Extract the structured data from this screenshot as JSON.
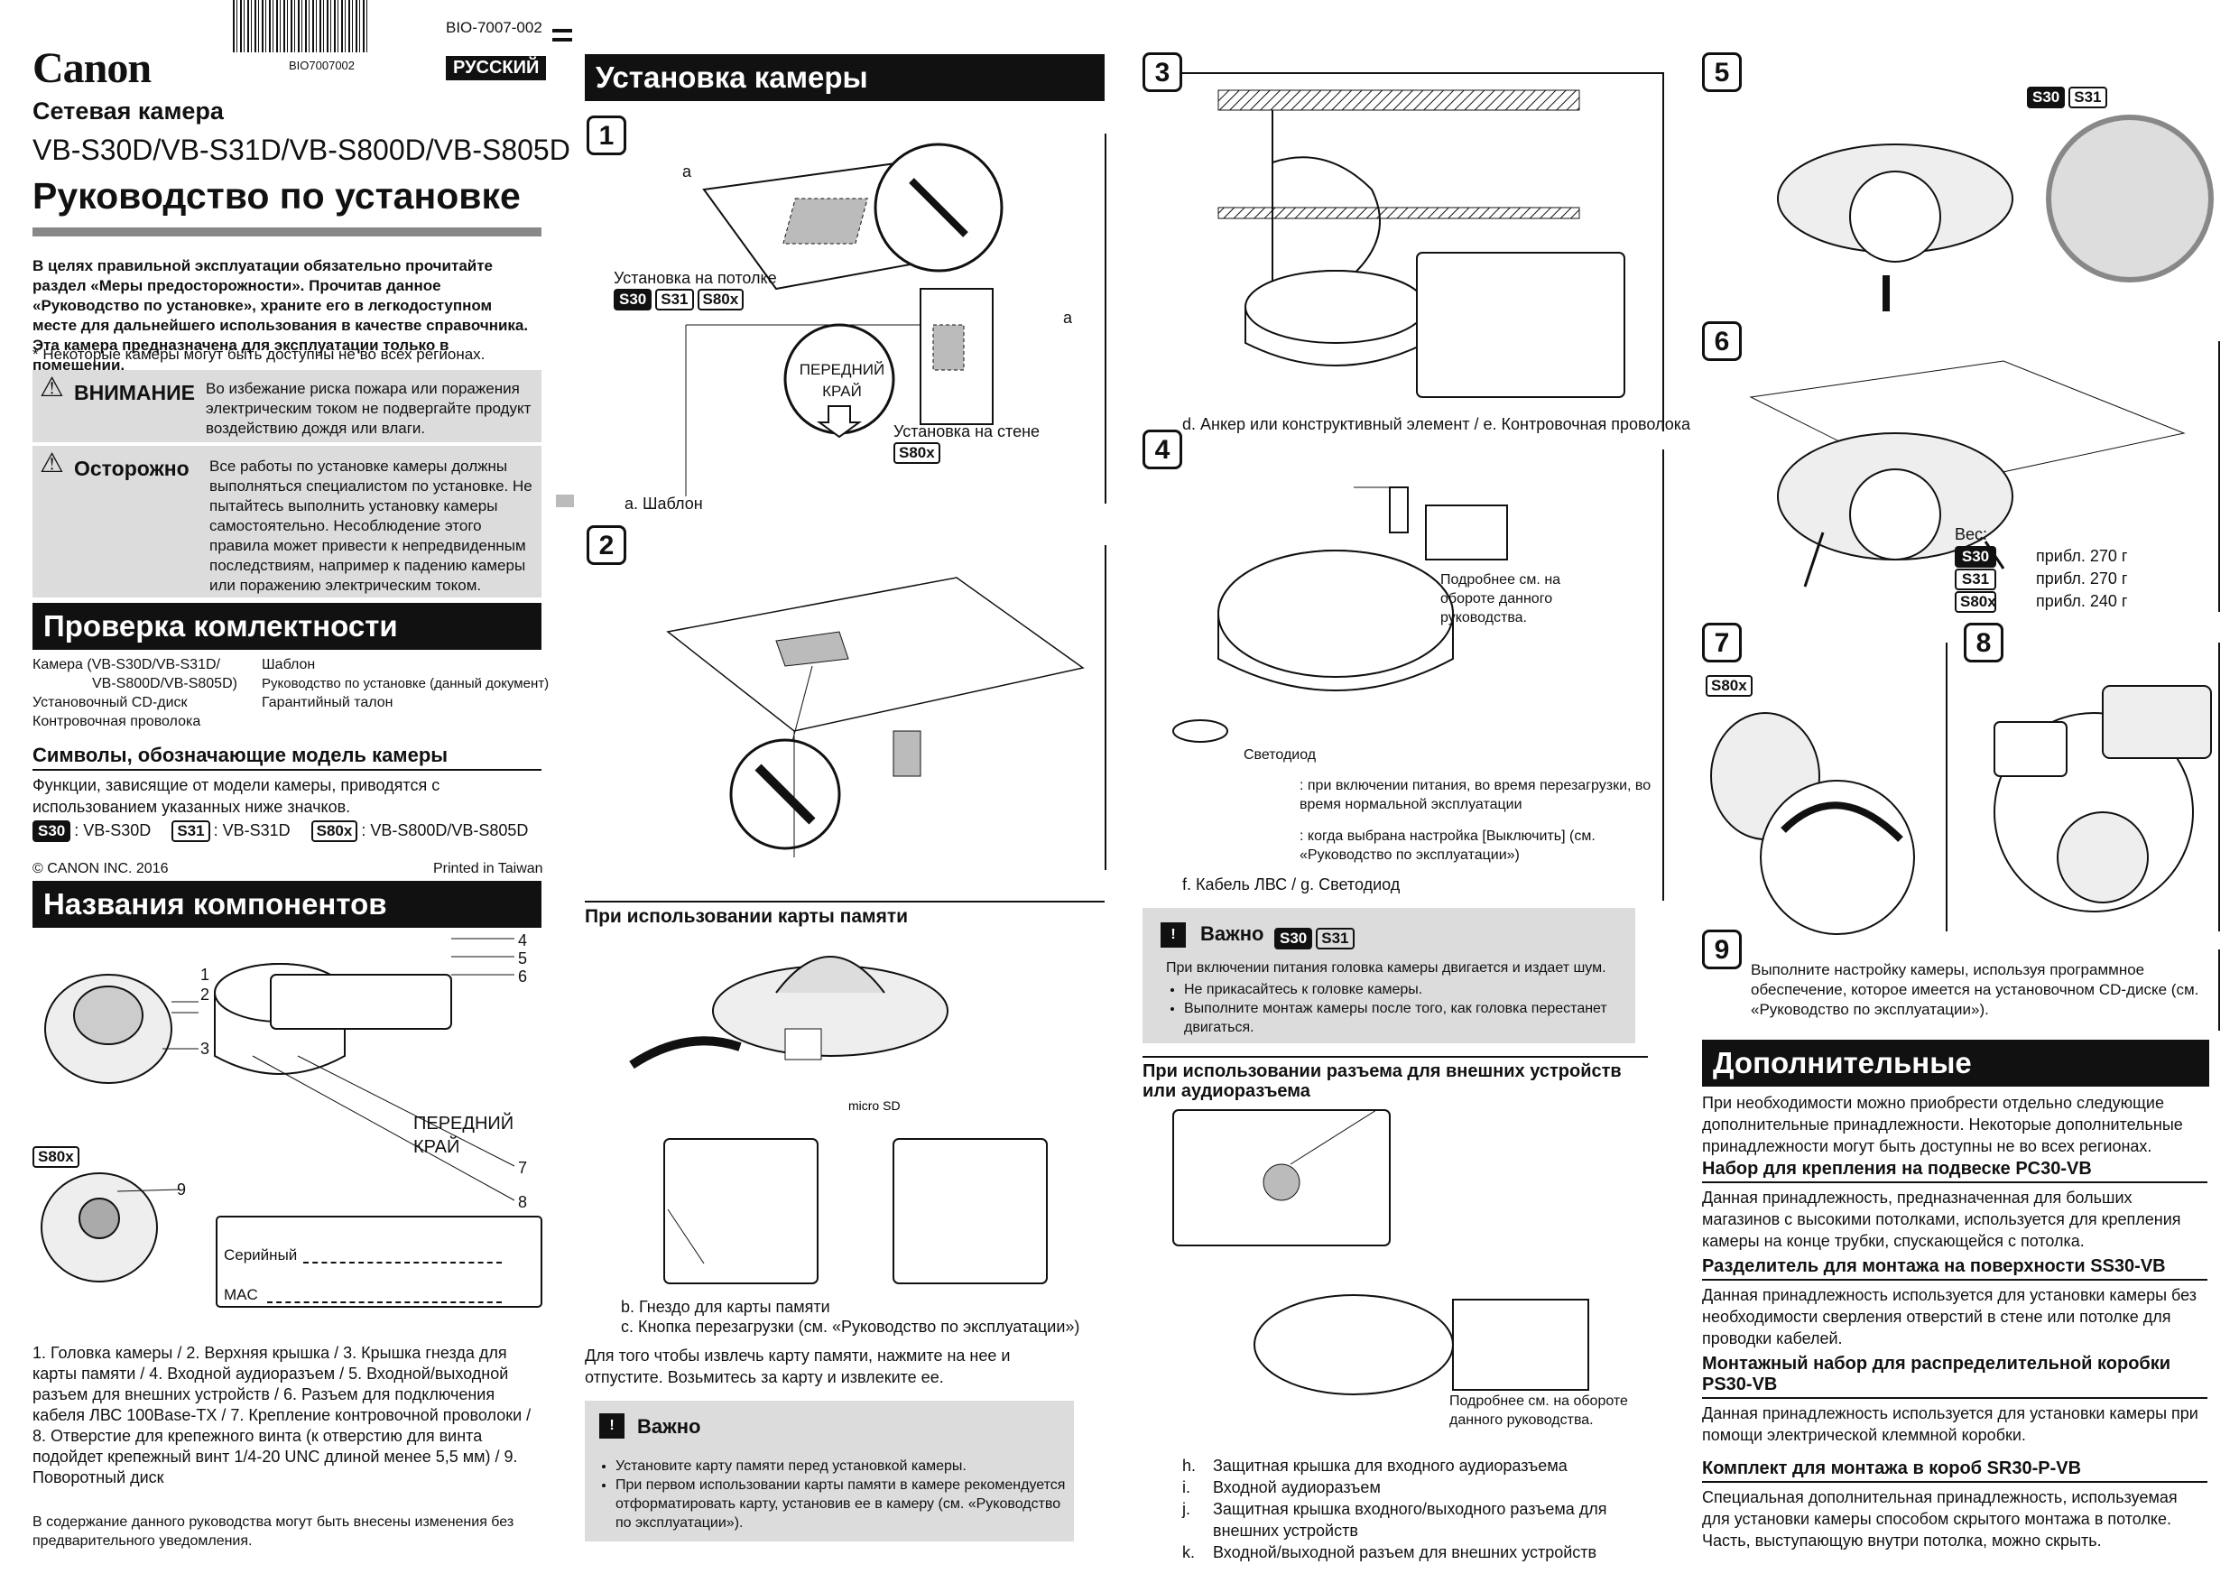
{
  "barcode": {
    "code": "BIO7007002",
    "docno": "BIO-7007-002"
  },
  "lang_badge": "РУССКИЙ",
  "brand": "Canon",
  "product_type": "Сетевая камера",
  "models": "VB-S30D/VB-S31D/VB-S800D/VB-S805D",
  "title": "Руководство по установке",
  "intro": "В целях правильной эксплуатации обязательно прочитайте раздел «Меры предосторожности». Прочитав данное «Руководство по установке», храните его в легкодоступном месте для дальнейшего использования в качестве справочника. Эта камера предназначена для эксплуатации только в помещении.",
  "intro_note": "* Некоторые камеры могут быть доступны не во всех регионах.",
  "warning": {
    "label": "ВНИМАНИЕ",
    "text": "Во избежание риска пожара или поражения электрическим током не подвергайте продукт воздействию дождя или влаги."
  },
  "caution": {
    "label": "Осторожно",
    "text": "Все работы по установке камеры должны выполняться специалистом по установке. Не пытайтесь выполнить установку камеры самостоятельно. Несоблюдение этого правила может привести к непредвиденным последствиям, например к падению камеры или поражению электрическим током."
  },
  "check": {
    "heading": "Проверка комлектности",
    "left": [
      "Камера (VB-S30D/VB-S31D/",
      "VB-S800D/VB-S805D)",
      "Установочный CD-диск",
      "Контровочная проволока"
    ],
    "right": [
      "Шаблон",
      "Руководство по установке (данный документ)",
      "Гарантийный талон"
    ]
  },
  "symbols": {
    "heading": "Символы, обозначающие модель камеры",
    "text": "Функции, зависящие от модели камеры, приводятся с использованием указанных ниже значков.",
    "items": [
      {
        "tag": "S30",
        "model": ": VB-S30D"
      },
      {
        "tag": "S31",
        "model": ": VB-S31D"
      },
      {
        "tag": "S80x",
        "model": ": VB-S800D/VB-S805D"
      }
    ]
  },
  "copyright": "© CANON INC. 2016",
  "printed": "Printed in Taiwan",
  "components": {
    "heading": "Названия компонентов",
    "front": "ПЕРЕДНИЙ КРАЙ",
    "serial": "Серийный",
    "mac": "MAC",
    "s80_tag": "S80x",
    "list": "1. Головка камеры / 2. Верхняя крышка / 3. Крышка гнезда для карты памяти / 4. Входной аудиоразъем / 5. Входной/выходной разъем для внешних устройств / 6. Разъем для подключения кабеля ЛВС 100Base-TX / 7. Крепление контровочной проволоки / 8. Отверстие для крепежного винта (к отверстию для винта подойдет крепежный винт 1/4-20 UNC длиной менее 5,5 мм) / 9. Поворотный диск",
    "notice": "В содержание данного руководства могут быть внесены изменения без предварительного уведомления.",
    "num": [
      "1",
      "2",
      "3",
      "4",
      "5",
      "6",
      "7",
      "8",
      "9"
    ]
  },
  "install": {
    "heading": "Установка камеры",
    "ceiling": "Установка на потолке",
    "wall": "Установка на стене",
    "front": "ПЕРЕДНИЙ КРАЙ",
    "template": "a. Шаблон",
    "lbl_a": "a"
  },
  "memory": {
    "heading": "При использовании карты памяти",
    "b": "b. Гнездо для карты памяти",
    "c": "c. Кнопка перезагрузки (см. «Руководство по эксплуатации»)",
    "text": "Для того чтобы извлечь карту памяти, нажмите на нее и отпустите. Возьмитесь за карту и извлеките ее.",
    "important": "Важно",
    "bullets": [
      "Установите карту памяти перед установкой камеры.",
      "При первом использовании карты памяти в камере рекомендуется отформатировать карту, установив ее в камеру (см. «Руководство по эксплуатации»)."
    ]
  },
  "step3": {
    "caption": "d. Анкер или конструктивный элемент / e. Контровочная проволока"
  },
  "step4": {
    "see": "Подробнее см. на обороте данного руководства.",
    "led": "Светодиод",
    "led_on": ": при включении питания, во время перезагрузки, во время нормальной эксплуатации",
    "led_off": ": когда выбрана настройка [Выключить] (см. «Руководство по эксплуатации»)",
    "caption": "f. Кабель ЛВС / g. Светодиод"
  },
  "important2": {
    "label": "Важно",
    "text": "При включении питания головка камеры двигается и издает шум.",
    "bullets": [
      "Не прикасайтесь к головке камеры.",
      "Выполните монтаж камеры после того, как головка перестанет двигаться."
    ]
  },
  "external": {
    "heading": "При использовании разъема для внешних устройств или аудиоразъема",
    "see": "Подробнее см. на обороте данного руководства.",
    "items": [
      {
        "k": "h.",
        "v": "Защитная крышка для входного аудиоразъема"
      },
      {
        "k": "i.",
        "v": "Входной аудиоразъем"
      },
      {
        "k": "j.",
        "v": "Защитная крышка входного/выходного разъема для внешних устройств"
      },
      {
        "k": "k.",
        "v": "Входной/выходной разъем для внешних устройств"
      }
    ]
  },
  "weight": {
    "label": "Вес:",
    "rows": [
      {
        "tag": "S30",
        "v": "прибл. 270 г"
      },
      {
        "tag": "S31",
        "v": "прибл. 270 г"
      },
      {
        "tag": "S80x",
        "v": "прибл. 240 г"
      }
    ]
  },
  "step9": "Выполните настройку камеры, используя программное обеспечение, которое имеется на установочном CD-диске (см. «Руководство по эксплуатации»).",
  "accessories": {
    "heading": "Дополнительные принадлежности",
    "intro": "При необходимости можно приобрести отдельно следующие дополнительные принадлежности. Некоторые дополнительные принадлежности могут быть доступны не во всех регионах.",
    "items": [
      {
        "title": "Набор для крепления на подвеске PC30-VB",
        "text": "Данная принадлежность, предназначенная для больших магазинов с высокими потолками, используется для крепления камеры на конце трубки, спускающейся с потолка."
      },
      {
        "title": "Разделитель для монтажа на поверхности SS30-VB",
        "text": "Данная принадлежность используется для установки камеры без необходимости сверления отверстий в стене или потолке для проводки кабелей."
      },
      {
        "title": "Монтажный набор для распределительной коробки PS30-VB",
        "text": "Данная принадлежность используется для установки камеры при помощи электрической клеммной коробки."
      },
      {
        "title": "Комплект для монтажа в короб SR30-P-VB",
        "text": "Специальная дополнительная принадлежность, используемая для установки камеры способом скрытого монтажа в потолке. Часть, выступающую внутри потолка, можно скрыть."
      }
    ]
  },
  "steps": [
    "1",
    "2",
    "3",
    "4",
    "5",
    "6",
    "7",
    "8",
    "9"
  ],
  "tags": {
    "s30": "S30",
    "s31": "S31",
    "s80": "S80x"
  }
}
